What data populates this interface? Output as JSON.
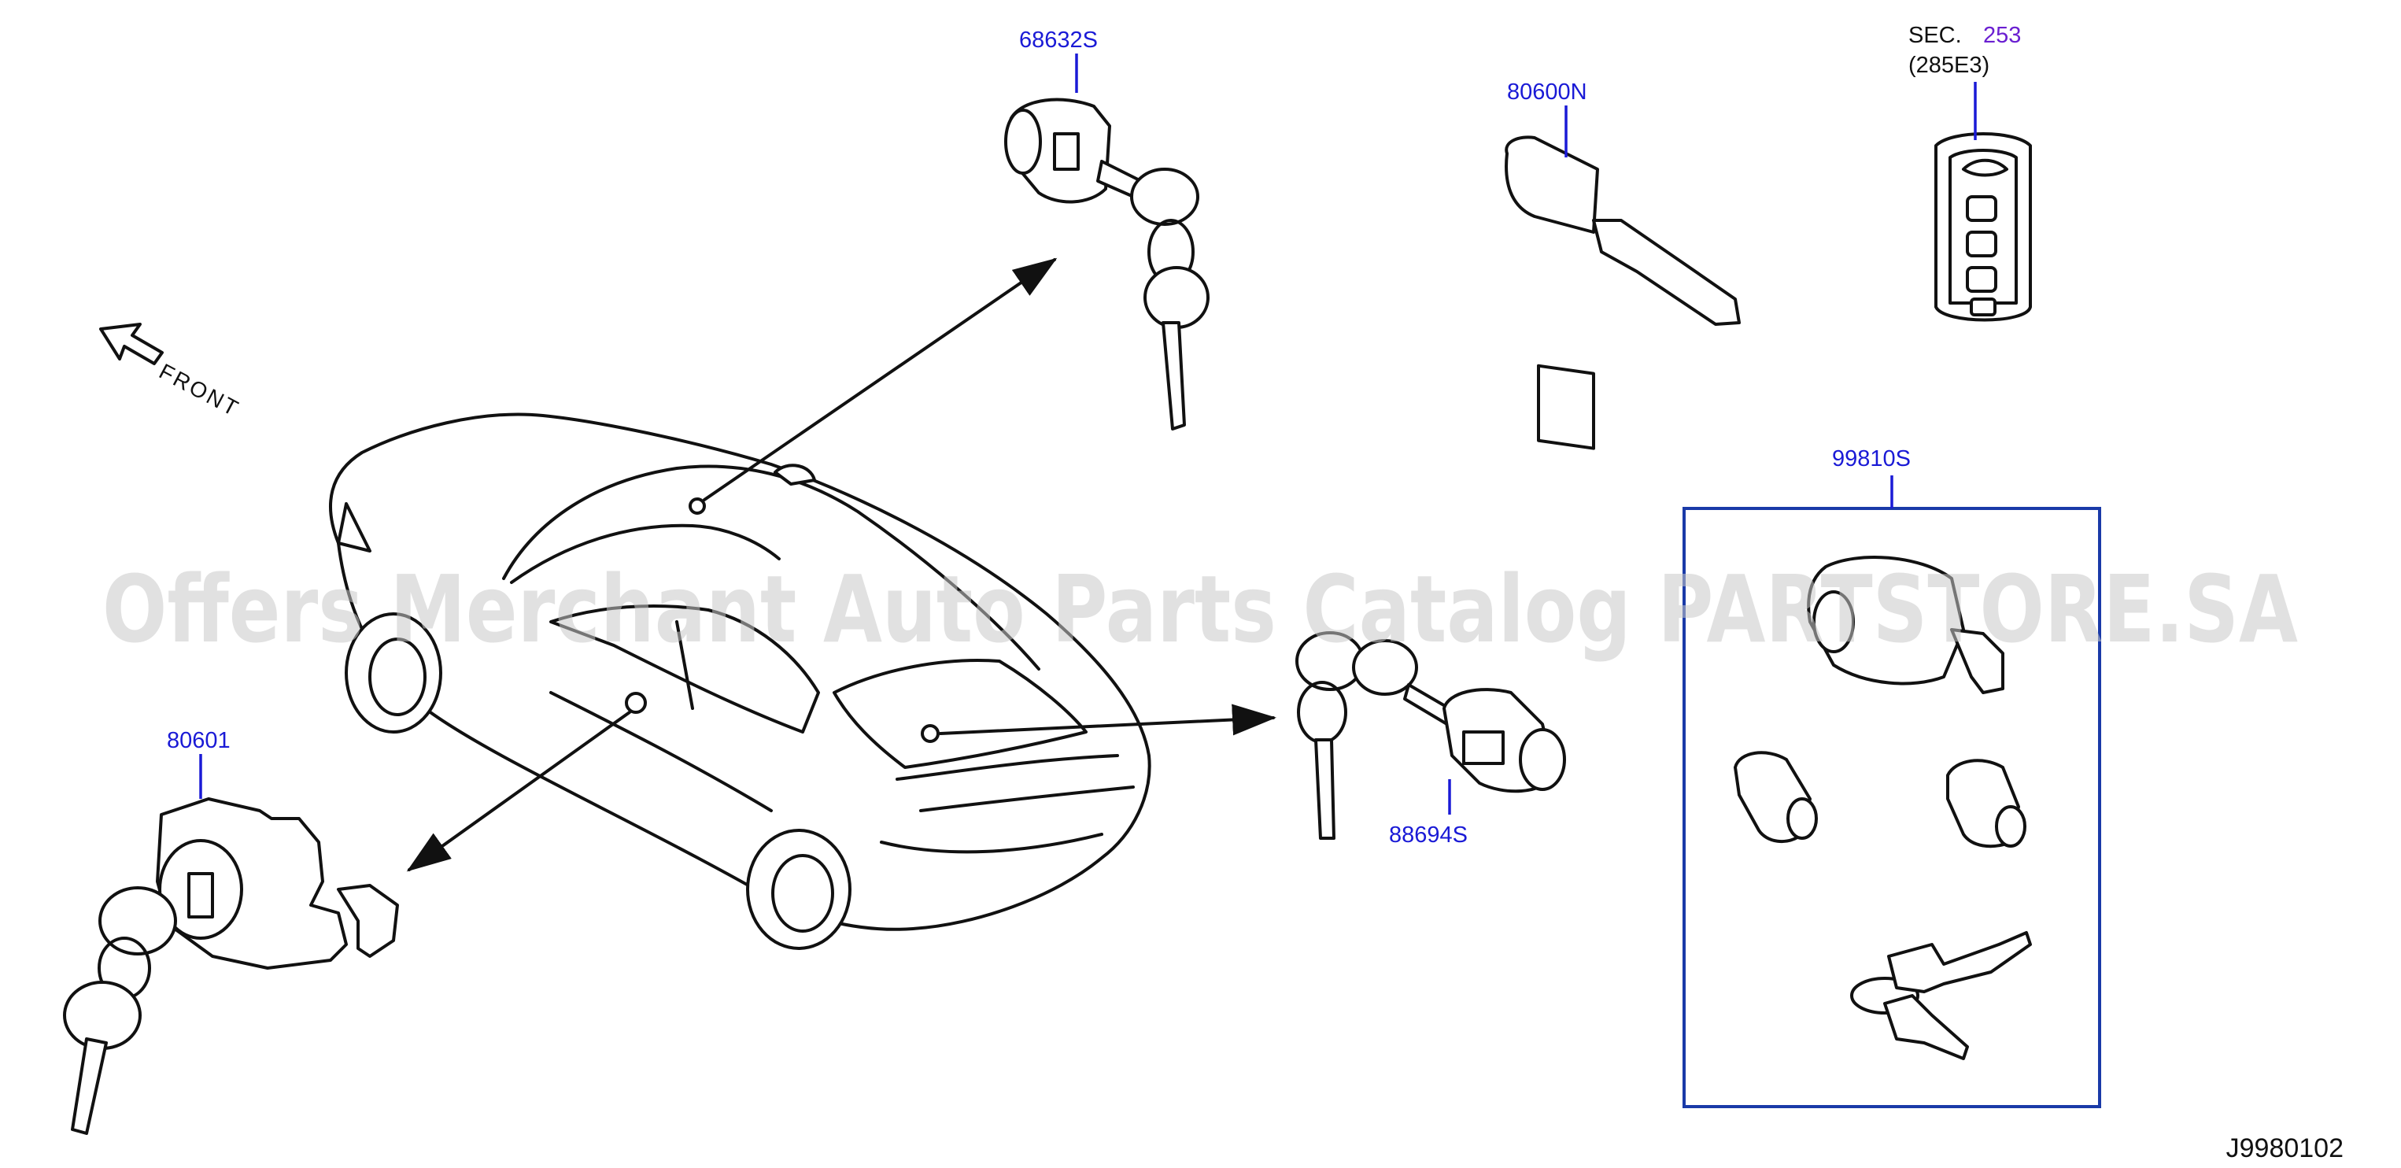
{
  "parts": {
    "p68632s": "68632S",
    "p80600n": "80600N",
    "p80601": "80601",
    "p88694s": "88694S",
    "p99810s": "99810S"
  },
  "section_ref": {
    "prefix": "SEC.",
    "number": "253",
    "sub": "(285E3)"
  },
  "direction_label": "FRONT",
  "diagram_code": "J9980102",
  "watermark": "Offers Merchant Auto Parts Catalog PARTSTORE.SA",
  "colors": {
    "label": "#1a1ad6",
    "section_number": "#6a1fd1",
    "kit_box": "#1a3aa8"
  }
}
